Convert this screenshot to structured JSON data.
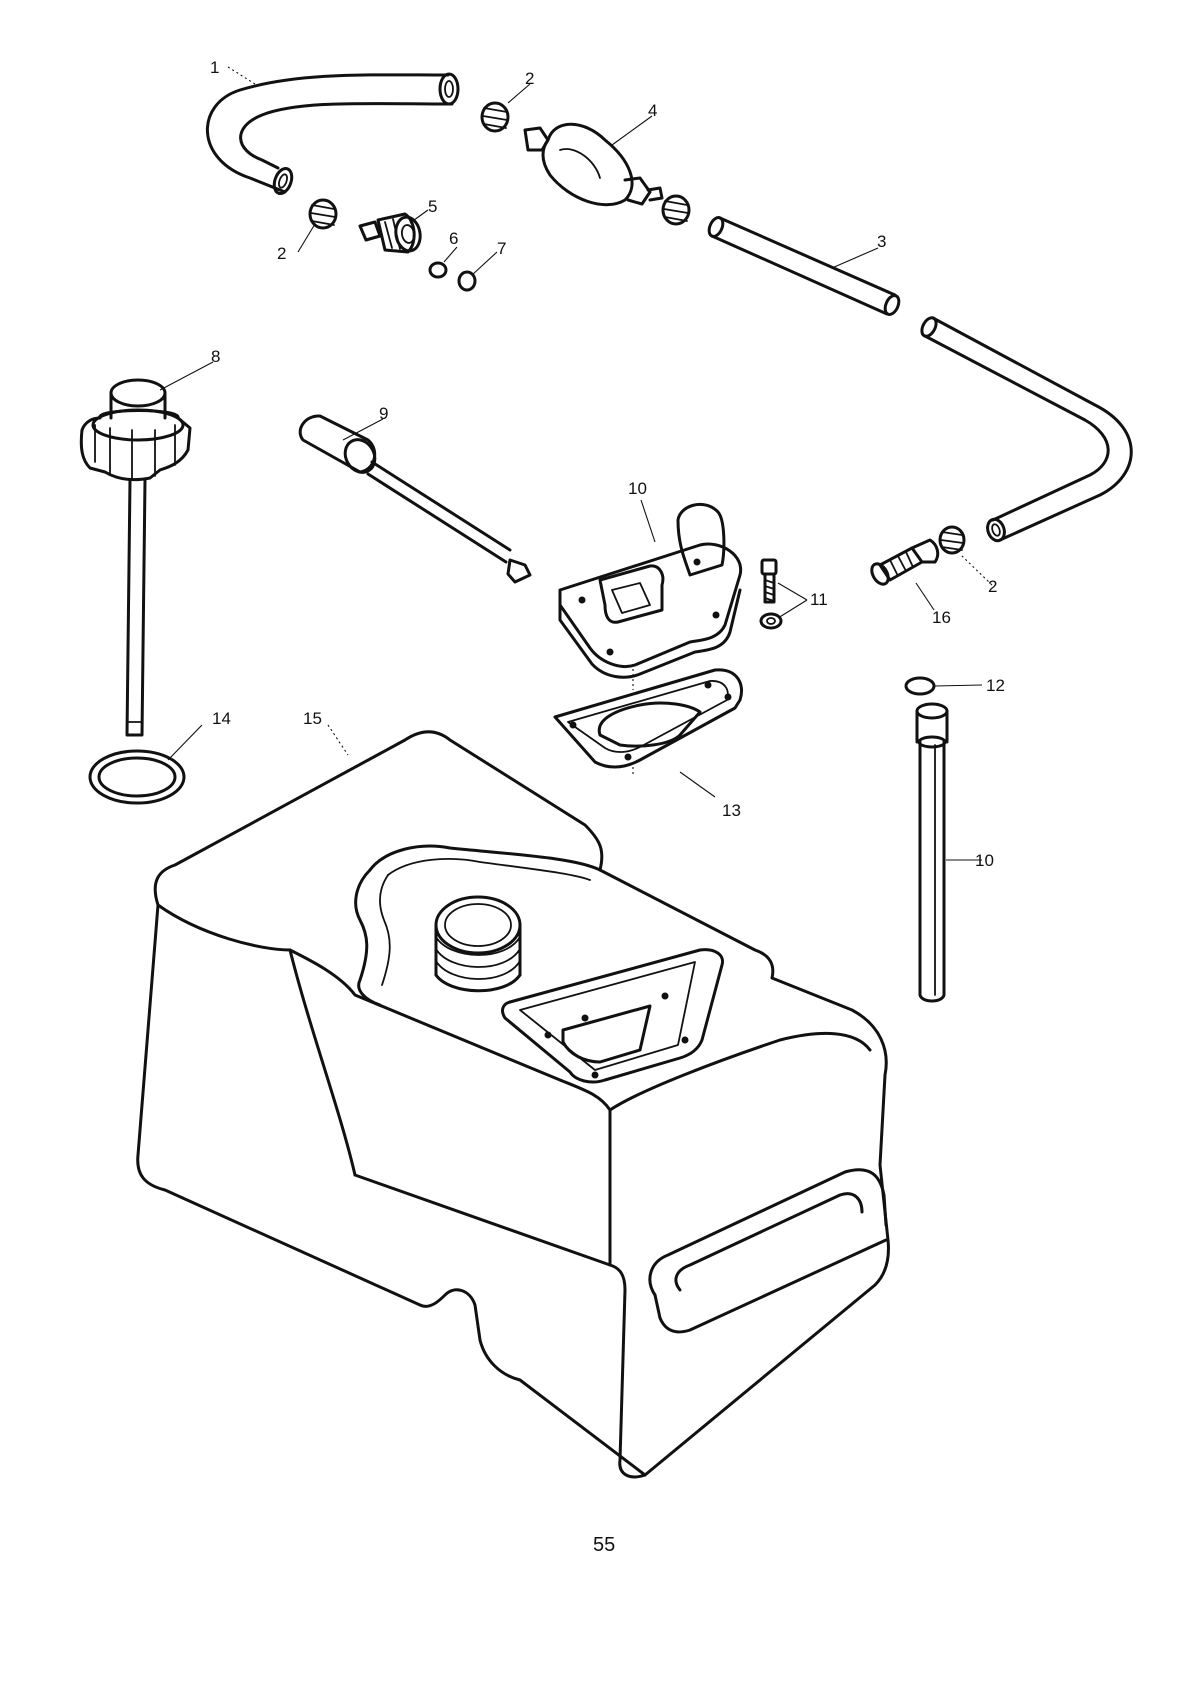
{
  "callouts": {
    "c1": "1",
    "c2a": "2",
    "c2b": "2",
    "c2c": "2",
    "c3": "3",
    "c4": "4",
    "c5": "5",
    "c6": "6",
    "c7": "7",
    "c8": "8",
    "c9": "9",
    "c10a": "10",
    "c10b": "10",
    "c11": "11",
    "c12": "12",
    "c13": "13",
    "c14": "14",
    "c15": "15",
    "c16": "16"
  },
  "page_number": "55"
}
